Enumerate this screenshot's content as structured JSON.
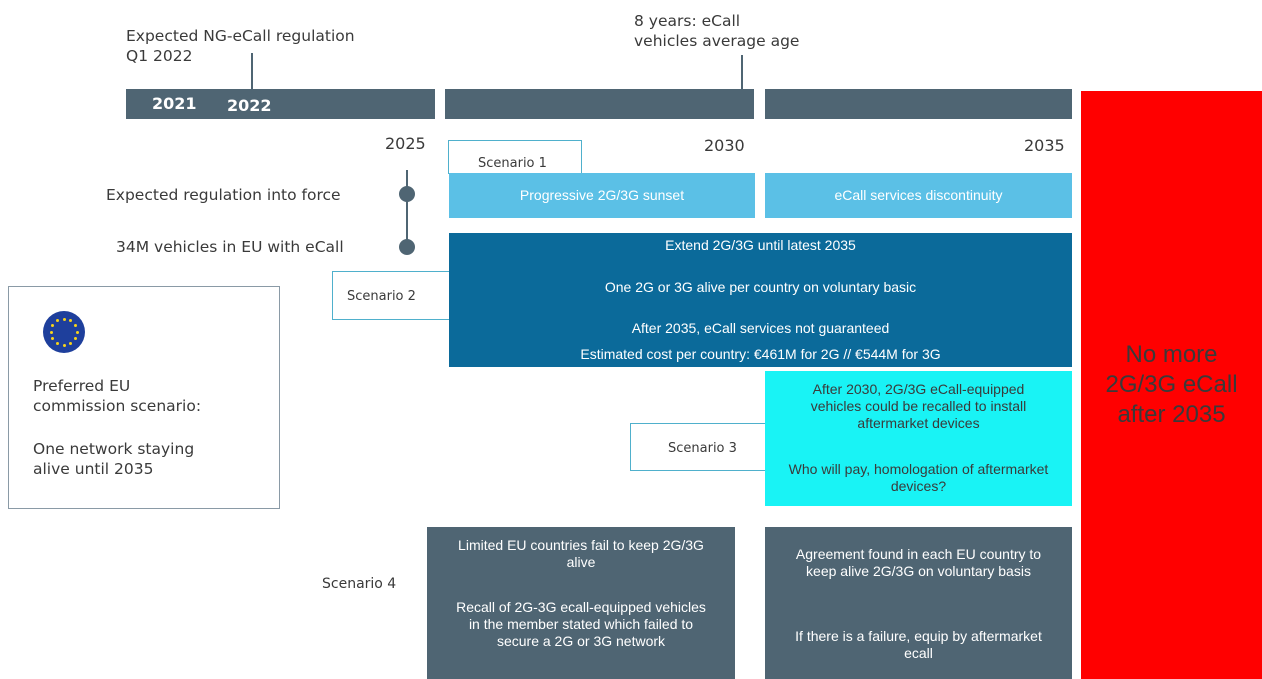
{
  "top_annotations": {
    "regulation": "Expected NG-eCall regulation",
    "regulation_q": "Q1 2022",
    "avg_age_line1": "8 years: eCall",
    "avg_age_line2": "vehicles average age"
  },
  "timeline": {
    "bar_years": [
      "2021",
      "2022"
    ],
    "years": [
      "2025",
      "2030",
      "2035"
    ]
  },
  "milestones": {
    "into_force": "Expected regulation into force",
    "vehicles": "34M vehicles in EU with eCall"
  },
  "scenario1": {
    "label": "Scenario 1",
    "left": "Progressive 2G/3G sunset",
    "right": "eCall services discontinuity"
  },
  "scenario2": {
    "label": "Scenario 2",
    "lines": [
      "Extend 2G/3G until latest 2035",
      "One 2G or 3G alive per country on voluntary basic",
      "After 2035, eCall services not guaranteed",
      "Estimated cost per country: €461M for 2G // €544M for 3G"
    ]
  },
  "scenario3": {
    "label": "Scenario 3",
    "text1": "After 2030, 2G/3G eCall-equipped vehicles could be recalled to install aftermarket devices",
    "text2": "Who will pay, homologation of aftermarket devices?"
  },
  "scenario4": {
    "label": "Scenario 4",
    "left1": "Limited EU countries fail to keep 2G/3G alive",
    "left2": "Recall of 2G-3G ecall-equipped vehicles in the member stated which failed to secure a 2G or 3G network",
    "right1": "Agreement found in each EU country to keep alive 2G/3G on voluntary basis",
    "right2": "If there is a failure, equip by aftermarket ecall"
  },
  "preferred": {
    "line1": "Preferred EU",
    "line2": "commission scenario:",
    "line3": "One network staying",
    "line4": "alive until 2035"
  },
  "red_banner": {
    "line1": "No more",
    "line2": "2G/3G eCall",
    "line3": "after 2035"
  },
  "colors": {
    "slate": "#4f6573",
    "light_blue": "#5bc0e6",
    "dark_blue": "#0b6a9a",
    "cyan": "#19f3f5",
    "red": "#ff0000",
    "eu_blue": "#1e3f9c"
  }
}
